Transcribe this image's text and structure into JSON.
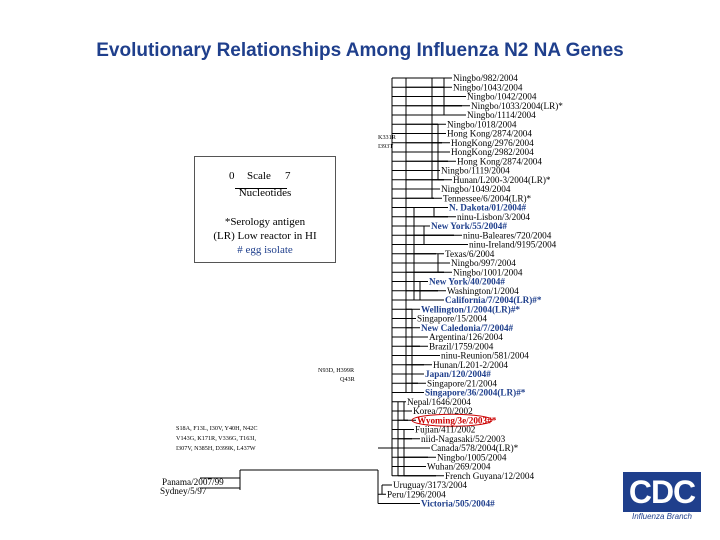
{
  "title": "Evolutionary Relationships Among Influenza N2 NA Genes",
  "legend": {
    "scale_min": "0",
    "scale_label": "Scale",
    "scale_max": "7",
    "unit": "Nucleotides",
    "note_serology": "*Serology antigen",
    "note_lr": "(LR) Low reactor in HI",
    "note_egg": "# egg isolate"
  },
  "colors": {
    "title": "#1f3f8c",
    "highlight": "#1f3f8c",
    "circled": "#cc0000",
    "logo": "#1f3f8c"
  },
  "leaves": [
    {
      "text": "Ningbo/982/2004",
      "color": "black"
    },
    {
      "text": "Ningbo/1043/2004",
      "color": "black"
    },
    {
      "text": "Ningbo/1042/2004",
      "color": "black"
    },
    {
      "text": "Ningbo/1033/2004(LR)*",
      "color": "black"
    },
    {
      "text": "Ningbo/1114/2004",
      "color": "black"
    },
    {
      "text": "Ningbo/1018/2004",
      "color": "black"
    },
    {
      "text": "Hong Kong/2874/2004",
      "color": "black"
    },
    {
      "text": "HongKong/2976/2004",
      "color": "black"
    },
    {
      "text": "HongKong/2982/2004",
      "color": "black"
    },
    {
      "text": "Hong Kong/2874/2004",
      "color": "black"
    },
    {
      "text": "Ningbo/1119/2004",
      "color": "black"
    },
    {
      "text": "Hunan/L200-3/2004(LR)*",
      "color": "black"
    },
    {
      "text": "Ningbo/1049/2004",
      "color": "black"
    },
    {
      "text": "Tennessee/6/2004(LR)*",
      "color": "black"
    },
    {
      "text": "N. Dakota/01/2004#",
      "color": "blue"
    },
    {
      "text": "ninu-Lisbon/3/2004",
      "color": "black"
    },
    {
      "text": "New York/55/2004#",
      "color": "blue"
    },
    {
      "text": "ninu-Baleares/720/2004",
      "color": "black"
    },
    {
      "text": "ninu-Ireland/9195/2004",
      "color": "black"
    },
    {
      "text": "Texas/6/2004",
      "color": "black"
    },
    {
      "text": "Ningbo/997/2004",
      "color": "black"
    },
    {
      "text": "Ningbo/1001/2004",
      "color": "black"
    },
    {
      "text": "New York/40/2004#",
      "color": "blue"
    },
    {
      "text": "Washington/1/2004",
      "color": "black"
    },
    {
      "text": "California/7/2004(LR)#*",
      "color": "blue"
    },
    {
      "text": "Wellington/1/2004(LR)#*",
      "color": "blue"
    },
    {
      "text": "Singapore/15/2004",
      "color": "black"
    },
    {
      "text": "New Caledonia/7/2004#",
      "color": "blue"
    },
    {
      "text": "Argentina/126/2004",
      "color": "black"
    },
    {
      "text": "Brazil/1759/2004",
      "color": "black"
    },
    {
      "text": "ninu-Reunion/581/2004",
      "color": "black"
    },
    {
      "text": "Hunan/L201-2/2004",
      "color": "black"
    },
    {
      "text": "Japan/120/2004#",
      "color": "blue"
    },
    {
      "text": "Singapore/21/2004",
      "color": "black"
    },
    {
      "text": "Singapore/36/2004(LR)#*",
      "color": "blue"
    },
    {
      "text": "Nepal/1646/2004",
      "color": "black"
    },
    {
      "text": "Korea/770/2002",
      "color": "black"
    },
    {
      "text": "Wyoming/3e/2003#*",
      "color": "red"
    },
    {
      "text": "Fujian/411/2002",
      "color": "black"
    },
    {
      "text": "niid-Nagasaki/52/2003",
      "color": "black"
    },
    {
      "text": "Canada/578/2004(LR)*",
      "color": "black"
    },
    {
      "text": "Ningbo/1005/2004",
      "color": "black"
    },
    {
      "text": "Wuhan/269/2004",
      "color": "black"
    },
    {
      "text": "French Guyana/12/2004",
      "color": "black"
    },
    {
      "text": "Uruguay/3173/2004",
      "color": "black"
    },
    {
      "text": "Peru/1296/2004",
      "color": "black"
    },
    {
      "text": "Victoria/505/2004#",
      "color": "blue"
    }
  ],
  "roots": [
    "Panama/2007/99",
    "Sydney/5/97"
  ],
  "mutations": {
    "m1": [
      "K331R",
      "I393T"
    ],
    "m2": [
      "N93D, H399R",
      "Q43R"
    ],
    "m3": [
      "S18A, F13L, I30V, Y40H, N42C",
      "V143G, K171R, V336G, T163I,",
      "I307V, N385H, D399K, L437W"
    ]
  },
  "logo": {
    "text": "CDC",
    "subtitle": "Influenza Branch"
  }
}
